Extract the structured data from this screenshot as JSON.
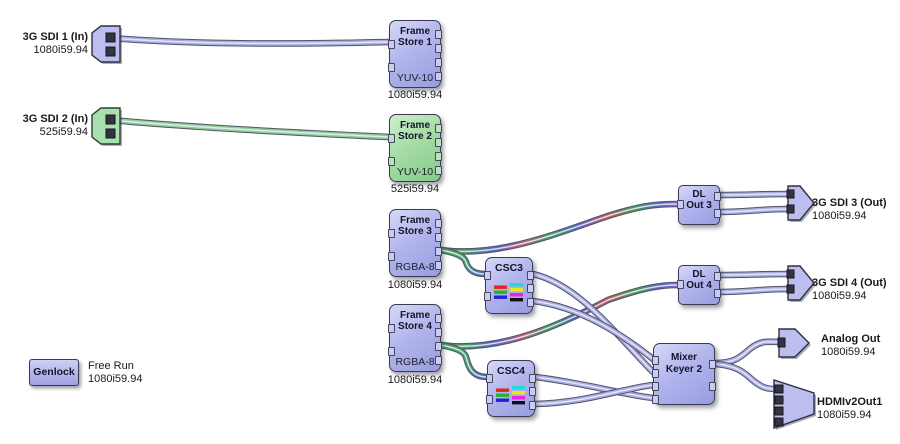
{
  "inputs": [
    {
      "label": "3G SDI 1 (In)",
      "format": "1080i59.94"
    },
    {
      "label": "3G SDI 2 (In)",
      "format": "525i59.94"
    }
  ],
  "outputs": [
    {
      "label": "3G SDI 3 (Out)",
      "format": "1080i59.94"
    },
    {
      "label": "3G SDI 4 (Out)",
      "format": "1080i59.94"
    },
    {
      "label": "Analog Out",
      "format": "1080i59.94"
    },
    {
      "label": "HDMIv2Out1",
      "format": "1080i59.94"
    }
  ],
  "frame_stores": [
    {
      "title": "Frame Store 1",
      "pixel_format": "YUV-10",
      "video_format": "1080i59.94",
      "color": "purple"
    },
    {
      "title": "Frame Store 2",
      "pixel_format": "YUV-10",
      "video_format": "525i59.94",
      "color": "green"
    },
    {
      "title": "Frame Store 3",
      "pixel_format": "RGBA-8",
      "video_format": "1080i59.94",
      "color": "purple"
    },
    {
      "title": "Frame Store 4",
      "pixel_format": "RGBA-8",
      "video_format": "1080i59.94",
      "color": "purple"
    }
  ],
  "processors": {
    "csc3": {
      "title": "CSC3"
    },
    "csc4": {
      "title": "CSC4"
    },
    "dl_out3": {
      "title": "DL Out 3"
    },
    "dl_out4": {
      "title": "DL Out 4"
    },
    "mixer": {
      "title": "Mixer Keyer 2"
    }
  },
  "genlock": {
    "label": "Genlock",
    "mode": "Free Run",
    "format": "1080i59.94"
  },
  "colors": {
    "purple_node": "#b2b5ec",
    "green_node": "#a5dca5",
    "cable_purple": "#a8ace2",
    "cable_green": "#8fcf97",
    "rainbow_cable": [
      "#c05858",
      "#3f9e58",
      "#5864c8",
      "#b35a78"
    ]
  }
}
